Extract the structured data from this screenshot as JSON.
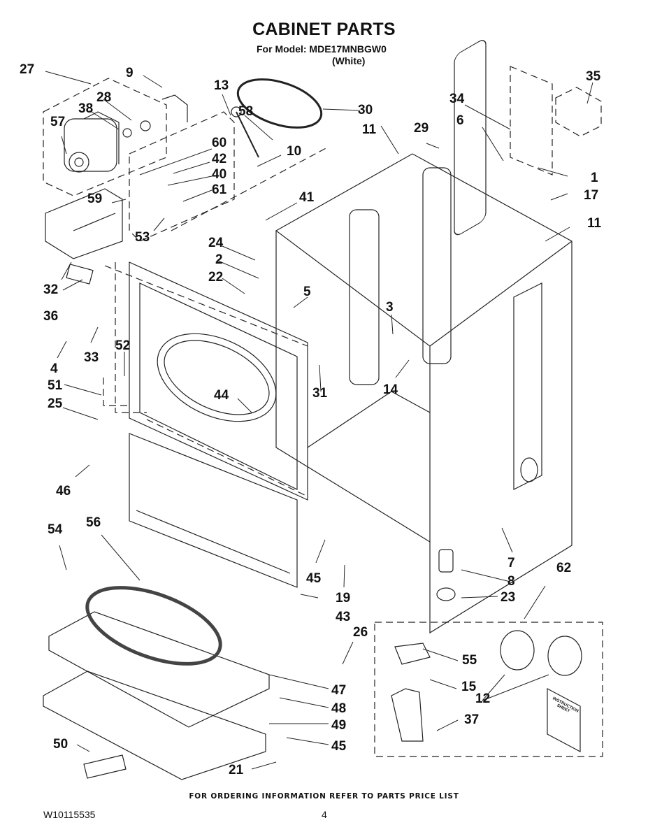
{
  "header": {
    "title": "CABINET PARTS",
    "model_line": "For Model: MDE17MNBGW0",
    "color": "(White)"
  },
  "footer": {
    "ordering_note": "FOR ORDERING INFORMATION REFER TO PARTS PRICE LIST",
    "document_number": "W10115535",
    "page_number": "4"
  },
  "parts": {
    "p27": "27",
    "p9": "9",
    "p28": "28",
    "p38": "38",
    "p57": "57",
    "p13": "13",
    "p58": "58",
    "p30": "30",
    "p60": "60",
    "p42": "42",
    "p40": "40",
    "p61": "61",
    "p59": "59",
    "p53": "53",
    "p10": "10",
    "p41": "41",
    "p29": "29",
    "p6": "6",
    "p34": "34",
    "p35": "35",
    "p1": "1",
    "p17": "17",
    "p11a": "11",
    "p11b": "11",
    "p32": "32",
    "p36": "36",
    "p24": "24",
    "p2": "2",
    "p22": "22",
    "p5": "5",
    "p33": "33",
    "p4": "4",
    "p52": "52",
    "p51": "51",
    "p25": "25",
    "p31": "31",
    "p3": "3",
    "p14": "14",
    "p44": "44",
    "p46": "46",
    "p54": "54",
    "p56": "56",
    "p45a": "45",
    "p19": "19",
    "p43": "43",
    "p7": "7",
    "p8": "8",
    "p23": "23",
    "p62": "62",
    "p26": "26",
    "p47": "47",
    "p48": "48",
    "p49": "49",
    "p45b": "45",
    "p50": "50",
    "p21": "21",
    "p55": "55",
    "p15": "15",
    "p12": "12",
    "p37": "37"
  },
  "kit_contents": {
    "instruction_sheet": "INSTRUCTION SHEET"
  }
}
